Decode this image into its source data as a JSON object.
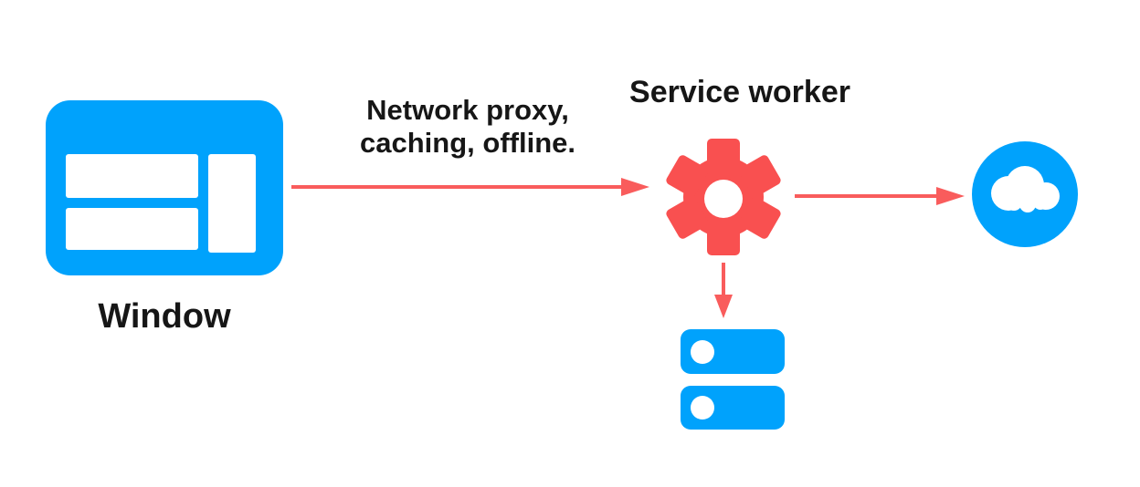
{
  "diagram": {
    "window": {
      "label": "Window"
    },
    "service_worker": {
      "label": "Service worker"
    },
    "edge_window_to_sw": {
      "line1": "Network proxy,",
      "line2": "caching, offline."
    },
    "icons": {
      "window": "browser-window-icon",
      "service_worker": "gear-icon",
      "network": "cloud-in-circle-icon",
      "storage": "database-stack-icon"
    },
    "colors": {
      "blue": "#00A2FC",
      "gear_red": "#F95050",
      "arrow_red": "#F95C5C",
      "text": "#161616",
      "background": "#FFFFFF"
    }
  }
}
